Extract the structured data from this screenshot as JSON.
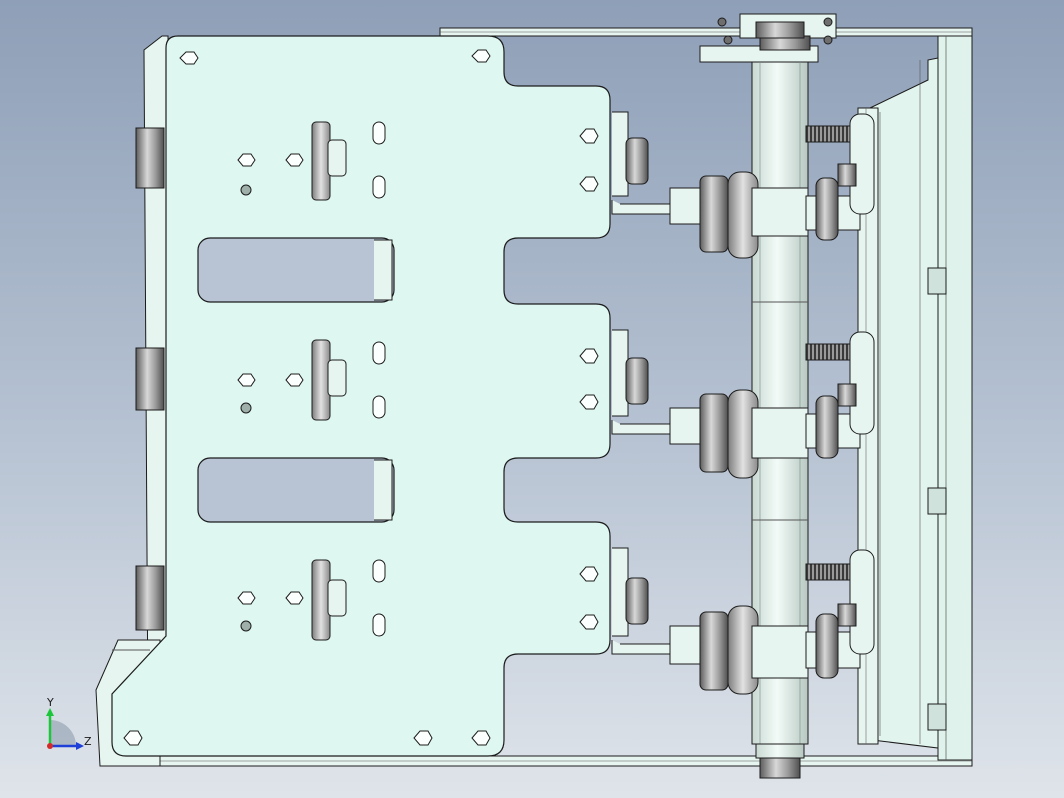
{
  "viewport": {
    "background_top": "#8e9fb7",
    "background_bottom": "#dfe4ea"
  },
  "colors": {
    "plate_fill": "#def7f1",
    "part_fill": "#e6f5ef",
    "edge": "#1c1c1c",
    "metal_dark": "#6e6e6e",
    "cutout_fill": "#b8c4d4"
  },
  "triad": {
    "y_label": "Y",
    "z_label": "Z",
    "y_color": "#1cc63a",
    "z_color": "#1e3fd8",
    "x_color": "#d52a2a"
  },
  "model": {
    "pole_count": 3,
    "description_icons": [
      "front-plate",
      "slot-cutout",
      "pole-assembly",
      "drive-shaft",
      "rear-frame",
      "hinge",
      "hex-nut",
      "spring"
    ]
  }
}
